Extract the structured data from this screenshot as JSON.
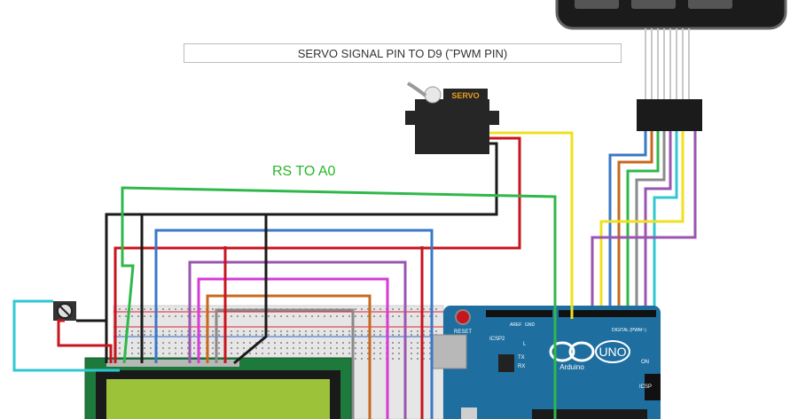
{
  "annotation": {
    "title": "SERVO SIGNAL PIN TO D9 (˜PWM PIN)",
    "rs_note": "RS TO A0"
  },
  "servo": {
    "label": "SERVO"
  },
  "arduino": {
    "reset_label": "RESET",
    "icsp2_label": "ICSP2",
    "led_l": "L",
    "led_tx": "TX",
    "led_rx": "RX",
    "brand": "Arduino",
    "model": "UNO",
    "digital_header": "DIGITAL (PWM~)",
    "on_label": "ON",
    "icsp_label": "ICSP",
    "aref_label": "AREF",
    "gnd_label": "GND"
  },
  "colors": {
    "red": "#c8141e",
    "black": "#1a1a1a",
    "blue": "#3a78c8",
    "green": "#2fb84a",
    "purple": "#9a55b0",
    "magenta": "#d63bd6",
    "brown": "#c8681e",
    "yellow": "#f0e020",
    "cyan": "#30c8d0",
    "gray": "#8a8a8a",
    "board": "#1e6fa0",
    "lcd_screen": "#9cc23a"
  }
}
